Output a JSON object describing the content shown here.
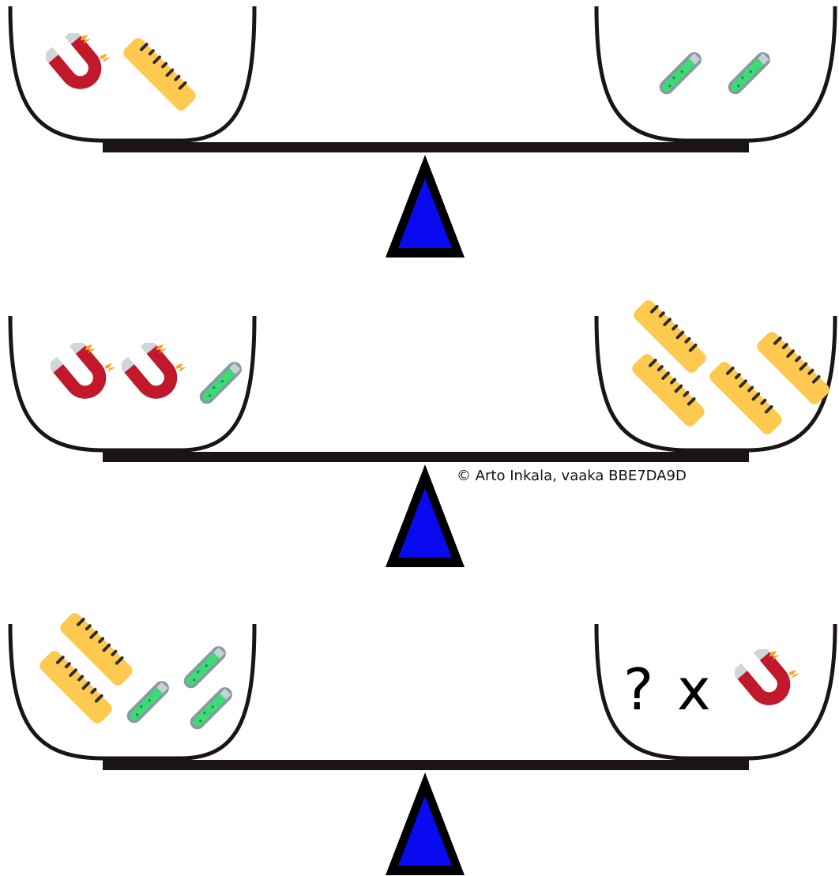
{
  "copyright": "© Arto Inkala, vaaka BBE7DA9D",
  "colors": {
    "pan": "#1b1414",
    "beam": "#1b1414",
    "fulcrum_fill": "#0a0af0",
    "fulcrum_outline": "#000000",
    "magnet_red": "#c1182b",
    "magnet_tip": "#cfd6db",
    "spark": "#f4a31c",
    "ruler": "#fdc94f",
    "ruler_ticks": "#2b2b2b",
    "tube_glass": "#8899a3",
    "tube_liquid": "#3ddb73"
  },
  "icons": [
    "magnet-icon",
    "ruler-icon",
    "test-tube-icon"
  ],
  "scales": [
    {
      "left": [
        "magnet",
        "ruler"
      ],
      "right": [
        "test-tube",
        "test-tube"
      ]
    },
    {
      "left": [
        "magnet",
        "magnet",
        "test-tube"
      ],
      "right": [
        "ruler",
        "ruler",
        "ruler",
        "ruler"
      ]
    },
    {
      "left": [
        "ruler",
        "ruler",
        "test-tube",
        "test-tube",
        "test-tube"
      ],
      "right_question": {
        "prefix": "?",
        "operator": "x",
        "item": "magnet"
      }
    }
  ]
}
